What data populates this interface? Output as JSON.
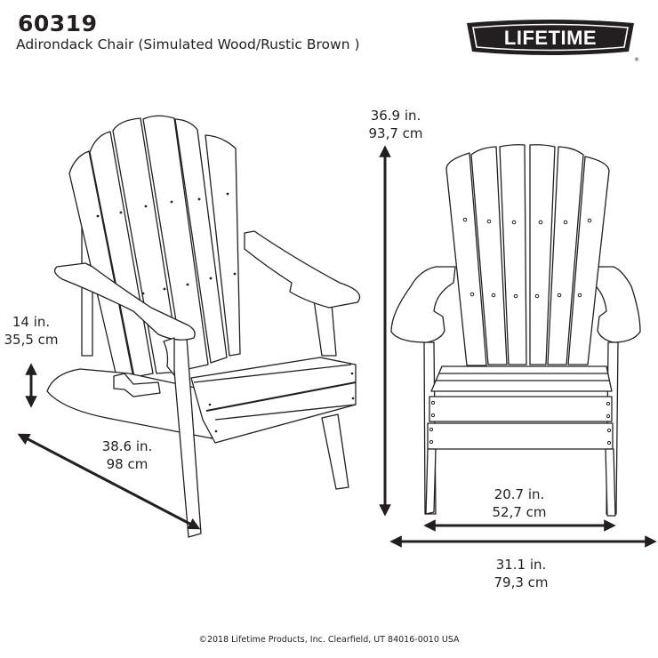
{
  "header": {
    "model_number": "60319",
    "product_name": "Adirondack Chair (Simulated Wood/Rustic Brown )"
  },
  "brand": {
    "logo_text": "LIFETIME",
    "registered_mark": "®",
    "logo_colors": {
      "badge": "#231f20",
      "text": "#ffffff"
    }
  },
  "dimensions": {
    "seat_height": {
      "imperial": "14 in.",
      "metric": "35,5 cm"
    },
    "depth": {
      "imperial": "38.6 in.",
      "metric": "98 cm"
    },
    "height": {
      "imperial": "36.9 in.",
      "metric": "93,7 cm"
    },
    "seat_width": {
      "imperial": "20.7 in.",
      "metric": "52,7 cm"
    },
    "overall_width": {
      "imperial": "31.1 in.",
      "metric": "79,3 cm"
    }
  },
  "views": [
    {
      "name": "side-angle-view",
      "description": "Three-quarter line drawing of Adirondack chair"
    },
    {
      "name": "front-view",
      "description": "Front line drawing of Adirondack chair"
    }
  ],
  "footer": {
    "copyright": "©2018 Lifetime Products, Inc. Clearfield, UT 84016-0010 USA"
  },
  "colors": {
    "line": "#231f20",
    "background": "#ffffff"
  }
}
